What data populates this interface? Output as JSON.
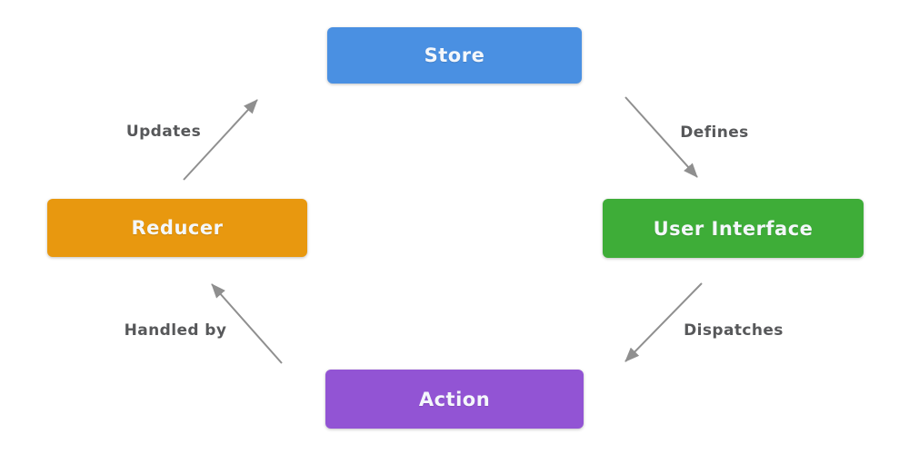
{
  "diagram": {
    "nodes": {
      "store": {
        "label": "Store",
        "color": "#4a90e2"
      },
      "user_interface": {
        "label": "User Interface",
        "color": "#3ead38"
      },
      "action": {
        "label": "Action",
        "color": "#9254d4"
      },
      "reducer": {
        "label": "Reducer",
        "color": "#e8980f"
      }
    },
    "edges": {
      "defines": {
        "label": "Defines",
        "from": "Store",
        "to": "User Interface"
      },
      "dispatches": {
        "label": "Dispatches",
        "from": "User Interface",
        "to": "Action"
      },
      "handled_by": {
        "label": "Handled by",
        "from": "Action",
        "to": "Reducer"
      },
      "updates": {
        "label": "Updates",
        "from": "Reducer",
        "to": "Store"
      }
    },
    "colors": {
      "arrow": "#8f8f8f",
      "edge_label_text": "#57585a",
      "node_text": "#f4f7fb",
      "background": "#ffffff"
    }
  }
}
